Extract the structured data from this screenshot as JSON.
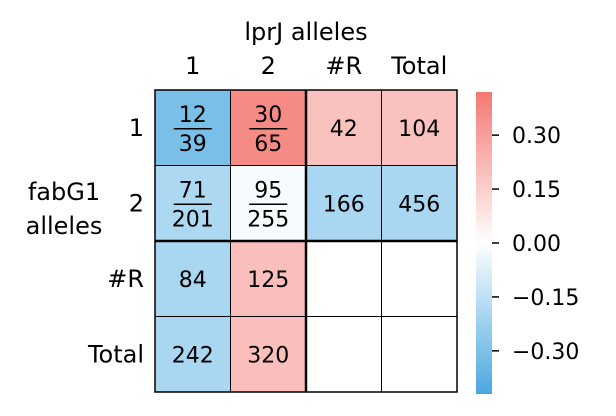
{
  "chart_data": {
    "type": "heatmap",
    "title": "",
    "column_axis_label": "lprJ alleles",
    "row_axis_label_lines": [
      "fabG1",
      "alleles"
    ],
    "column_labels": [
      "1",
      "2",
      "#R",
      "Total"
    ],
    "row_labels": [
      "1",
      "2",
      "#R",
      "Total"
    ],
    "cells": [
      [
        {
          "num": "12",
          "den": "39",
          "value": -0.31
        },
        {
          "num": "30",
          "den": "65",
          "value": 0.36
        },
        {
          "text": "42",
          "value": 0.19
        },
        {
          "text": "104",
          "value": 0.19
        }
      ],
      [
        {
          "num": "71",
          "den": "201",
          "value": -0.19
        },
        {
          "num": "95",
          "den": "255",
          "value": -0.02
        },
        {
          "text": "166",
          "value": -0.2
        },
        {
          "text": "456",
          "value": -0.2
        }
      ],
      [
        {
          "text": "84",
          "value": -0.2
        },
        {
          "text": "125",
          "value": 0.2
        },
        null,
        null
      ],
      [
        {
          "text": "242",
          "value": -0.2
        },
        {
          "text": "320",
          "value": 0.2
        },
        null,
        null
      ]
    ],
    "colorbar": {
      "vmin": -0.42,
      "vmax": 0.42,
      "ticks": [
        0.3,
        0.15,
        0.0,
        -0.15,
        -0.3
      ],
      "tick_labels": [
        "0.30",
        "0.15",
        "0.00",
        "−0.15",
        "−0.30"
      ],
      "colors": [
        "#4aa8df",
        "#ffffff",
        "#f47872"
      ]
    }
  }
}
